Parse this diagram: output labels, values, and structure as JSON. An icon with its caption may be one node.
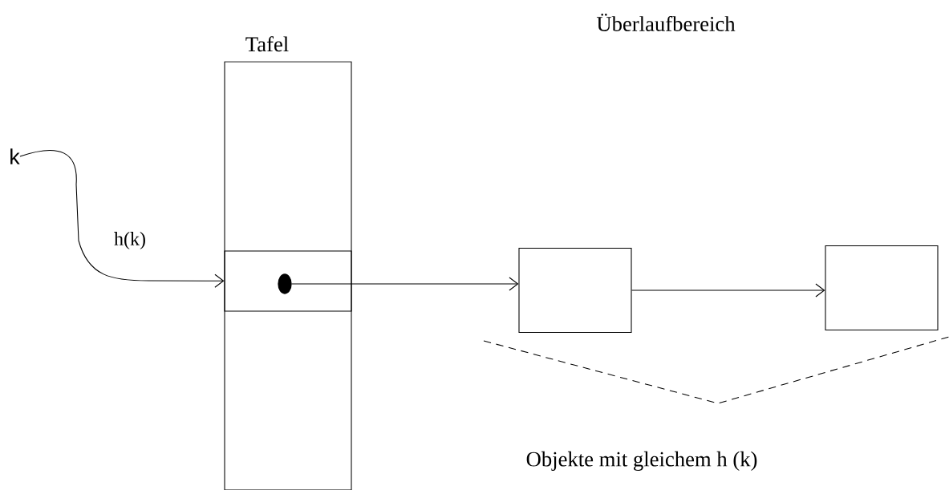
{
  "diagram": {
    "nodes": [
      {
        "text": [
          "Tafel"
        ]
      },
      {
        "text": [],
        "shape": "box",
        "in": 0
      },
      {
        "text": [],
        "shape": "circle",
        "in": 1
      },
      {
        "text": [
          "k"
        ]
      },
      {
        "text": [],
        "shape": "box"
      },
      {
        "text": [],
        "shape": "box"
      }
    ],
    "edges": [
      {
        "from": 3,
        "to": 1,
        "arrow": "to",
        "label": "h(k)"
      },
      {
        "from": 2,
        "to": 4,
        "arrow": "to"
      },
      {
        "from": 4,
        "to": 5,
        "arrow": "to"
      }
    ],
    "labels": [
      "Überlaufbereich",
      "Objekte mit gleichem h (k)"
    ]
  }
}
